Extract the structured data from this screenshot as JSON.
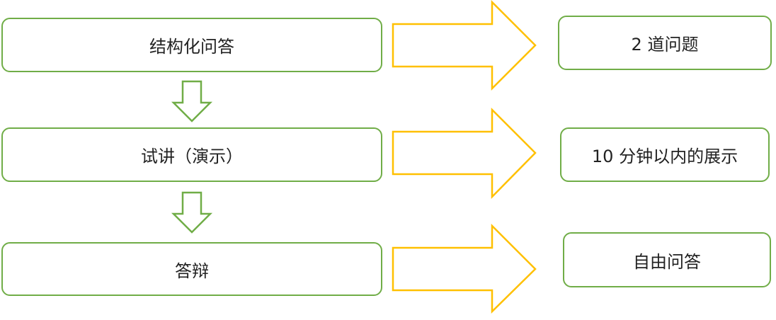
{
  "colors": {
    "box_border": "#70AD47",
    "arrow": "#FFC000"
  },
  "steps": [
    {
      "label": "结构化问答",
      "detail": "2 道问题"
    },
    {
      "label": "试讲（演示）",
      "detail": "10 分钟以内的展示"
    },
    {
      "label": "答辩",
      "detail": "自由问答"
    }
  ]
}
